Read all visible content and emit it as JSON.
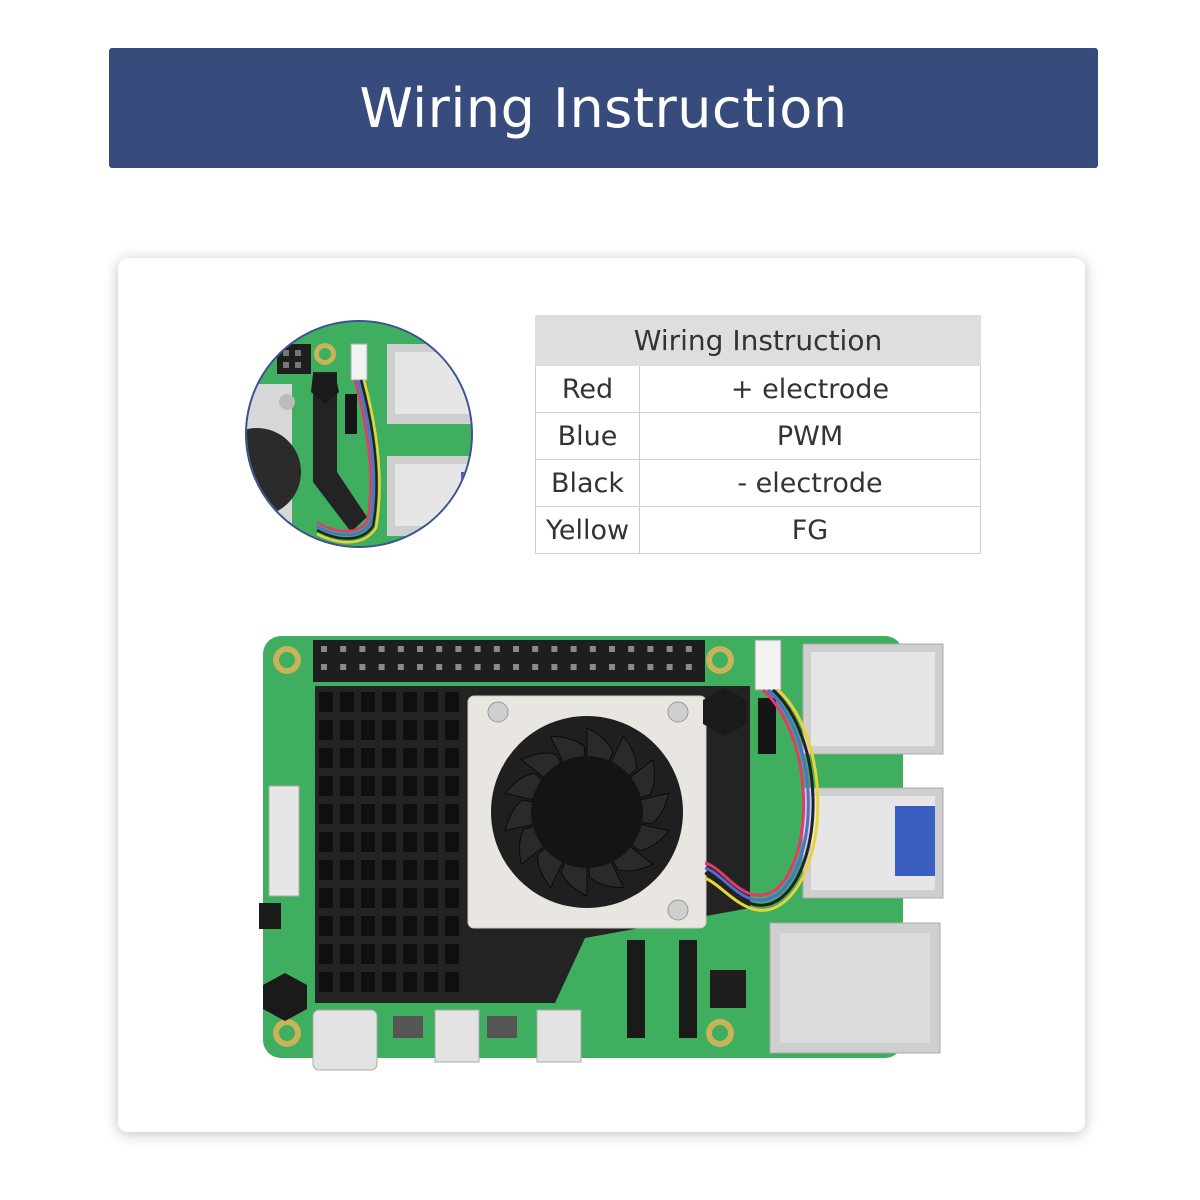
{
  "banner": {
    "title": "Wiring Instruction"
  },
  "table": {
    "header": "Wiring Instruction",
    "rows": [
      {
        "color": "Red",
        "function": "+ electrode"
      },
      {
        "color": "Blue",
        "function": "PWM"
      },
      {
        "color": "Black",
        "function": "- electrode"
      },
      {
        "color": "Yellow",
        "function": "FG"
      }
    ]
  },
  "colors": {
    "banner": "#374b7d",
    "pcb": "#3fae5e",
    "heatsink": "#1f1f1f",
    "wire_red": "#e33a6e",
    "wire_blue": "#4f6ed6",
    "wire_black": "#222222",
    "wire_yellow": "#e8d33a"
  }
}
